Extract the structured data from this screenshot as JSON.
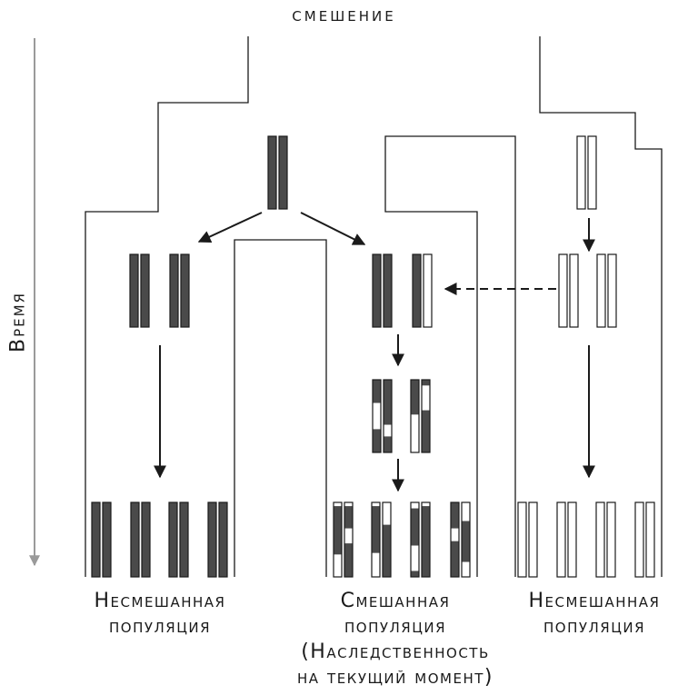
{
  "title": "смешение",
  "axis": {
    "time_label": "Время"
  },
  "captions": {
    "left": {
      "line1": "Несмешанная",
      "line2": "популяция"
    },
    "middle": {
      "line1": "Смешанная",
      "line2": "популяция",
      "line3": "(Наследственность",
      "line4": "на текущий момент)"
    },
    "right": {
      "line1": "Несмешанная",
      "line2": "популяция"
    }
  },
  "colors": {
    "dark": "#4a4a4a",
    "line": "#1a1a1a",
    "axis": "#9a9a9a"
  }
}
